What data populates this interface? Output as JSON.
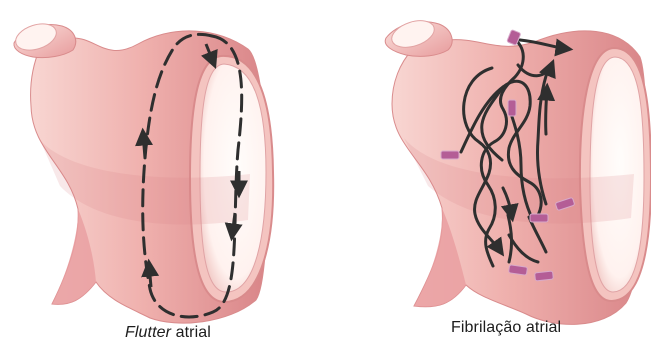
{
  "panels": [
    {
      "caption_italic": "Flutter",
      "caption_rest": " atrial"
    },
    {
      "caption": "Fibrilação atrial"
    }
  ],
  "colors": {
    "tissue": "#efb0ad",
    "tissue_shadow": "#d97e80",
    "tissue_highlight": "#fbe1dd",
    "inner_opening": "#fff7f4",
    "pathway": "#2f2f2f",
    "ectopic_focus": "#b45d96"
  }
}
